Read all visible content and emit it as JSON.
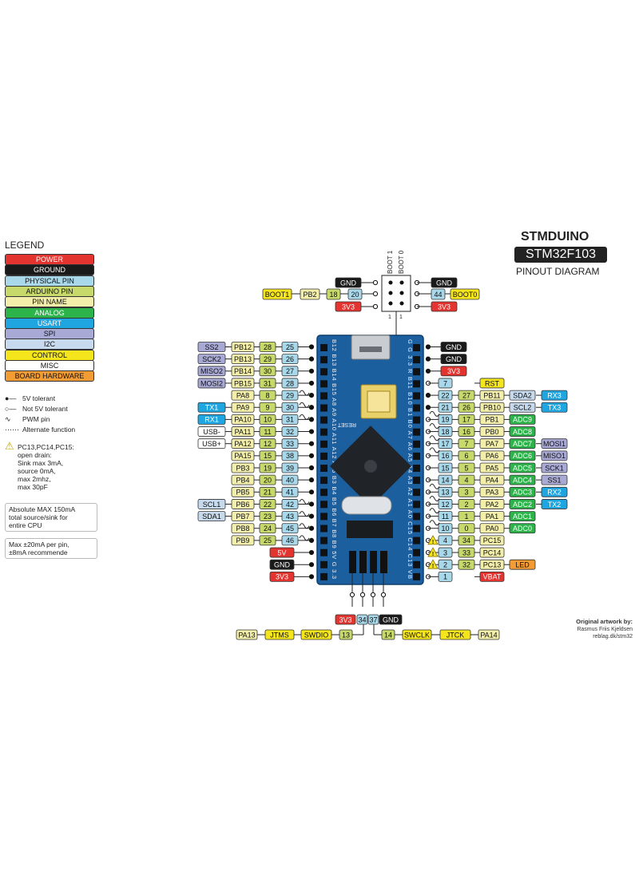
{
  "header": {
    "brand": "STMDUINO",
    "chip": "STM32F103",
    "subtitle": "PINOUT DIAGRAM"
  },
  "legend": {
    "title": "LEGEND",
    "items": [
      {
        "label": "POWER",
        "bg": "#e3342f",
        "fg": "#ffffff"
      },
      {
        "label": "GROUND",
        "bg": "#1a1a1a",
        "fg": "#ffffff"
      },
      {
        "label": "PHYSICAL PIN",
        "bg": "#a8d8ea",
        "fg": "#111111"
      },
      {
        "label": "ARDUINO PIN",
        "bg": "#c6d96a",
        "fg": "#111111"
      },
      {
        "label": "PIN NAME",
        "bg": "#f3efaa",
        "fg": "#111111"
      },
      {
        "label": "ANALOG",
        "bg": "#2cb34a",
        "fg": "#ffffff"
      },
      {
        "label": "USART",
        "bg": "#1fa6e0",
        "fg": "#ffffff"
      },
      {
        "label": "SPI",
        "bg": "#a9a9d6",
        "fg": "#111111"
      },
      {
        "label": "I2C",
        "bg": "#c7d9ec",
        "fg": "#111111"
      },
      {
        "label": "CONTROL",
        "bg": "#f4e51c",
        "fg": "#111111"
      },
      {
        "label": "MISC",
        "bg": "#ffffff",
        "fg": "#111111"
      },
      {
        "label": "BOARD HARDWARE",
        "bg": "#f39c34",
        "fg": "#111111"
      }
    ],
    "symbols": [
      {
        "icon": "5v-tolerant-icon",
        "label": "5V tolerant"
      },
      {
        "icon": "not-5v-tolerant-icon",
        "label": "Not 5V tolerant"
      },
      {
        "icon": "pwm-icon",
        "label": "PWM pin"
      },
      {
        "icon": "alternate-icon",
        "label": "Alternate function"
      }
    ],
    "warning_lines": [
      "PC13,PC14,PC15:",
      "open drain:",
      "Sink max 3mA,",
      "source 0mA,",
      "max 2mhz,",
      "max 30pF"
    ],
    "note1_lines": [
      "Absolute MAX 150mA",
      "total source/sink for",
      "entire CPU"
    ],
    "note2_lines": [
      "Max ±20mA per pin,",
      "±8mA recommende"
    ]
  },
  "colors": {
    "power": "#e3342f",
    "ground": "#1a1a1a",
    "physical": "#a8d8ea",
    "arduino": "#c6d96a",
    "pinname": "#f3efaa",
    "analog": "#2cb34a",
    "usart": "#1fa6e0",
    "spi": "#a9a9d6",
    "i2c": "#c7d9ec",
    "control": "#f4e51c",
    "misc": "#ffffff",
    "hardware": "#f39c34",
    "pcb": "#1c5f9e"
  },
  "pcb": {
    "reset_label": "RESET",
    "left_silk": "B12 B13 B14 B15 A8 A9 A10 A11 A12 A15 B3 B4 B5 B6 B7 B8 B9 5V G 3.3",
    "right_silk": "G G 3.3 R B11 B10 B1 B0 A7 A6 A5 A4 A3 A2 A1 A0 C15 C14 C13 VB"
  },
  "boot": {
    "header_labels": [
      "BOOT 1",
      "BOOT 0"
    ],
    "header_numbers": [
      "1",
      "1"
    ],
    "boot1": {
      "func": "BOOT1",
      "name": "PB2",
      "arduino": "18",
      "physical": "20"
    },
    "boot0": {
      "func": "BOOT0",
      "physical": "44"
    },
    "left_gnd": "GND",
    "left_3v3": "3V3",
    "right_gnd": "GND",
    "right_3v3": "3V3"
  },
  "left_pins": [
    {
      "phys": "25",
      "ard": "28",
      "name": "PB12",
      "funcs": [
        {
          "t": "SS2",
          "c": "spi"
        }
      ]
    },
    {
      "phys": "26",
      "ard": "29",
      "name": "PB13",
      "funcs": [
        {
          "t": "SCK2",
          "c": "spi"
        }
      ]
    },
    {
      "phys": "27",
      "ard": "30",
      "name": "PB14",
      "funcs": [
        {
          "t": "MISO2",
          "c": "spi"
        }
      ]
    },
    {
      "phys": "28",
      "ard": "31",
      "name": "PB15",
      "funcs": [
        {
          "t": "MOSI2",
          "c": "spi"
        }
      ]
    },
    {
      "phys": "29",
      "ard": "8",
      "name": "PA8",
      "pwm": true,
      "funcs": []
    },
    {
      "phys": "30",
      "ard": "9",
      "name": "PA9",
      "pwm": true,
      "funcs": [
        {
          "t": "TX1",
          "c": "usart"
        }
      ]
    },
    {
      "phys": "31",
      "ard": "10",
      "name": "PA10",
      "pwm": true,
      "funcs": [
        {
          "t": "RX1",
          "c": "usart"
        }
      ]
    },
    {
      "phys": "32",
      "ard": "11",
      "name": "PA11",
      "funcs": [
        {
          "t": "USB-",
          "c": "misc"
        }
      ]
    },
    {
      "phys": "33",
      "ard": "12",
      "name": "PA12",
      "funcs": [
        {
          "t": "USB+",
          "c": "misc"
        }
      ]
    },
    {
      "phys": "38",
      "ard": "15",
      "name": "PA15",
      "funcs": []
    },
    {
      "phys": "39",
      "ard": "19",
      "name": "PB3",
      "funcs": []
    },
    {
      "phys": "40",
      "ard": "20",
      "name": "PB4",
      "funcs": []
    },
    {
      "phys": "41",
      "ard": "21",
      "name": "PB5",
      "funcs": []
    },
    {
      "phys": "42",
      "ard": "22",
      "name": "PB6",
      "pwm": true,
      "funcs": [
        {
          "t": "SCL1",
          "c": "i2c"
        }
      ]
    },
    {
      "phys": "43",
      "ard": "23",
      "name": "PB7",
      "pwm": true,
      "funcs": [
        {
          "t": "SDA1",
          "c": "i2c"
        }
      ]
    },
    {
      "phys": "45",
      "ard": "24",
      "name": "PB8",
      "pwm": true,
      "funcs": []
    },
    {
      "phys": "46",
      "ard": "25",
      "name": "PB9",
      "pwm": true,
      "funcs": []
    }
  ],
  "left_power": [
    {
      "label": "5V",
      "kind": "power"
    },
    {
      "label": "GND",
      "kind": "ground"
    },
    {
      "label": "3V3",
      "kind": "power"
    }
  ],
  "right_top": [
    {
      "label": "GND",
      "kind": "ground"
    },
    {
      "label": "GND",
      "kind": "ground"
    },
    {
      "label": "3V3",
      "kind": "power"
    }
  ],
  "right_pins": [
    {
      "phys": "7",
      "ard": "",
      "name": "RST",
      "ctrl": true,
      "funcs": []
    },
    {
      "phys": "22",
      "ard": "27",
      "name": "PB11",
      "funcs": [
        {
          "t": "SDA2",
          "c": "i2c"
        },
        {
          "t": "RX3",
          "c": "usart"
        }
      ]
    },
    {
      "phys": "21",
      "ard": "26",
      "name": "PB10",
      "funcs": [
        {
          "t": "SCL2",
          "c": "i2c"
        },
        {
          "t": "TX3",
          "c": "usart"
        }
      ]
    },
    {
      "phys": "19",
      "ard": "17",
      "name": "PB1",
      "pwm": true,
      "funcs": [
        {
          "t": "ADC9",
          "c": "analog"
        }
      ]
    },
    {
      "phys": "18",
      "ard": "16",
      "name": "PB0",
      "pwm": true,
      "funcs": [
        {
          "t": "ADC8",
          "c": "analog"
        }
      ]
    },
    {
      "phys": "17",
      "ard": "7",
      "name": "PA7",
      "pwm": true,
      "funcs": [
        {
          "t": "ADC7",
          "c": "analog"
        },
        {
          "t": "MOSI1",
          "c": "spi"
        }
      ]
    },
    {
      "phys": "16",
      "ard": "6",
      "name": "PA6",
      "pwm": true,
      "funcs": [
        {
          "t": "ADC6",
          "c": "analog"
        },
        {
          "t": "MISO1",
          "c": "spi"
        }
      ]
    },
    {
      "phys": "15",
      "ard": "5",
      "name": "PA5",
      "funcs": [
        {
          "t": "ADC5",
          "c": "analog"
        },
        {
          "t": "SCK1",
          "c": "spi"
        }
      ]
    },
    {
      "phys": "14",
      "ard": "4",
      "name": "PA4",
      "funcs": [
        {
          "t": "ADC4",
          "c": "analog"
        },
        {
          "t": "SS1",
          "c": "spi"
        }
      ]
    },
    {
      "phys": "13",
      "ard": "3",
      "name": "PA3",
      "pwm": true,
      "funcs": [
        {
          "t": "ADC3",
          "c": "analog"
        },
        {
          "t": "RX2",
          "c": "usart"
        }
      ]
    },
    {
      "phys": "12",
      "ard": "2",
      "name": "PA2",
      "pwm": true,
      "funcs": [
        {
          "t": "ADC2",
          "c": "analog"
        },
        {
          "t": "TX2",
          "c": "usart"
        }
      ]
    },
    {
      "phys": "11",
      "ard": "1",
      "name": "PA1",
      "pwm": true,
      "funcs": [
        {
          "t": "ADC1",
          "c": "analog"
        }
      ]
    },
    {
      "phys": "10",
      "ard": "0",
      "name": "PA0",
      "pwm": true,
      "funcs": [
        {
          "t": "ADC0",
          "c": "analog"
        }
      ]
    },
    {
      "phys": "4",
      "ard": "34",
      "name": "PC15",
      "warn": true,
      "funcs": []
    },
    {
      "phys": "3",
      "ard": "33",
      "name": "PC14",
      "warn": true,
      "funcs": []
    },
    {
      "phys": "2",
      "ard": "32",
      "name": "PC13",
      "warn": true,
      "funcs": [
        {
          "t": "LED",
          "c": "hardware"
        }
      ]
    },
    {
      "phys": "1",
      "ard": "",
      "name": "VBAT",
      "vbat": true,
      "funcs": []
    }
  ],
  "swd": {
    "top": [
      {
        "label": "3V3",
        "kind": "power"
      },
      {
        "label": "34",
        "kind": "physical"
      },
      {
        "label": "37",
        "kind": "physical"
      },
      {
        "label": "GND",
        "kind": "ground"
      }
    ],
    "left": [
      {
        "label": "PA13",
        "kind": "pinname"
      },
      {
        "label": "JTMS",
        "kind": "control"
      },
      {
        "label": "SWDIO",
        "kind": "control"
      },
      {
        "label": "13",
        "kind": "arduino"
      }
    ],
    "right": [
      {
        "label": "14",
        "kind": "arduino"
      },
      {
        "label": "SWCLK",
        "kind": "control"
      },
      {
        "label": "JTCK",
        "kind": "control"
      },
      {
        "label": "PA14",
        "kind": "pinname"
      }
    ]
  },
  "credit": {
    "line1": "Original artwork by:",
    "line2": "Rasmus Friis Kjeldsen",
    "line3": "reblag.dk/stm32"
  }
}
